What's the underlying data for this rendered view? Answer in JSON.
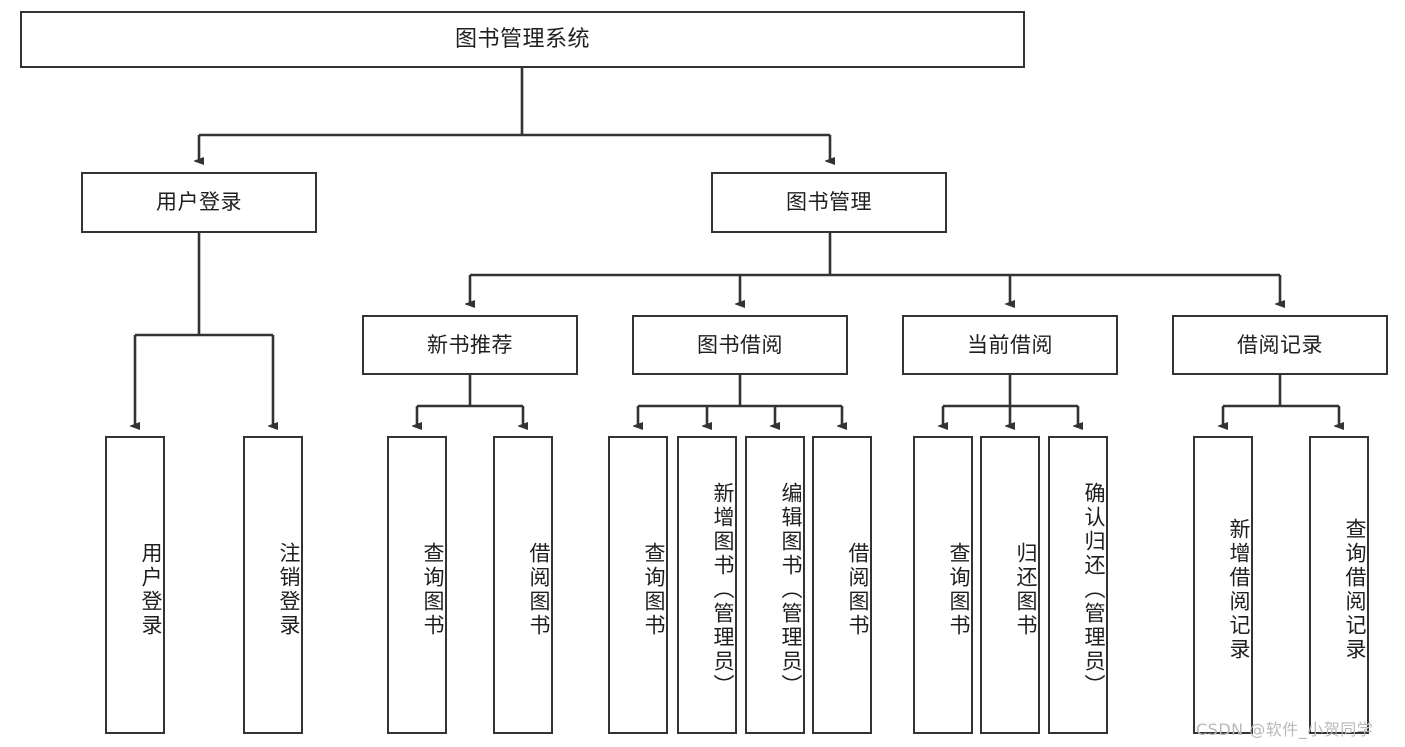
{
  "diagram": {
    "title": "图书管理系统",
    "type": "tree",
    "watermark": "CSDN @软件_小贺同学",
    "levels": {
      "root": {
        "label": "图书管理系统"
      },
      "level2": [
        {
          "label": "用户登录"
        },
        {
          "label": "图书管理"
        }
      ],
      "level3": [
        {
          "label": "新书推荐"
        },
        {
          "label": "图书借阅"
        },
        {
          "label": "当前借阅"
        },
        {
          "label": "借阅记录"
        }
      ],
      "leaves": {
        "user_login": [
          {
            "label": "用户登录"
          },
          {
            "label": "注销登录"
          }
        ],
        "new_book_recommend": [
          {
            "label": "查询图书"
          },
          {
            "label": "借阅图书"
          }
        ],
        "book_borrow": [
          {
            "label": "查询图书"
          },
          {
            "label": "新增图书（管理员）"
          },
          {
            "label": "编辑图书（管理员）"
          },
          {
            "label": "借阅图书"
          }
        ],
        "current_borrow": [
          {
            "label": "查询图书"
          },
          {
            "label": "归还图书"
          },
          {
            "label": "确认归还（管理员）"
          }
        ],
        "borrow_record": [
          {
            "label": "新增借阅记录"
          },
          {
            "label": "查询借阅记录"
          }
        ]
      }
    },
    "colors": {
      "stroke": "#333333",
      "fill": "#ffffff",
      "text": "#1f1f1f",
      "watermark": "#b9b9b9"
    }
  }
}
